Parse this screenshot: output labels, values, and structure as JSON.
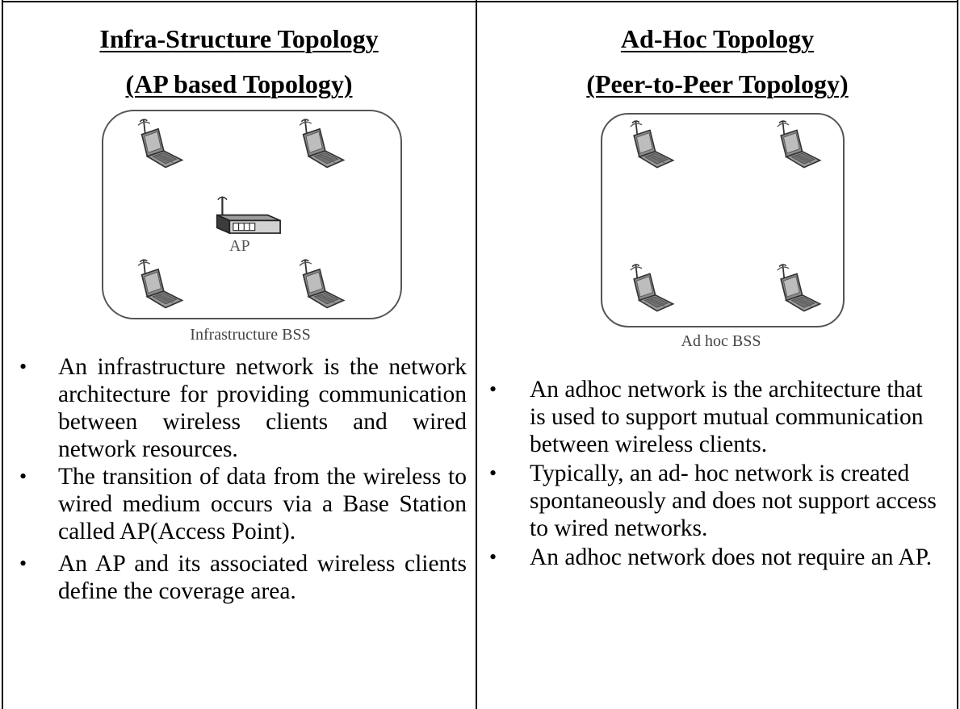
{
  "left": {
    "title_line1": "Infra-Structure Topology",
    "title_line2": "(AP based Topology)",
    "figure": {
      "ap_label": "AP",
      "caption": "Infrastructure BSS",
      "icons": [
        "laptop-icon",
        "laptop-icon",
        "laptop-icon",
        "laptop-icon",
        "access-point-icon"
      ]
    },
    "bullets": [
      "An infrastructure network is the network architecture for providing communication between wireless clients and wired network resources.",
      "The transition of data from the wireless to wired medium occurs via a Base Station called AP(Access Point).",
      "An AP and its associated wireless clients define the coverage area."
    ]
  },
  "right": {
    "title_line1": "Ad-Hoc Topology",
    "title_line2": "(Peer-to-Peer Topology)",
    "figure": {
      "caption": "Ad hoc BSS",
      "icons": [
        "laptop-icon",
        "laptop-icon",
        "laptop-icon",
        "laptop-icon"
      ]
    },
    "bullets": [
      "An adhoc network is the architecture that is used to support mutual communication between wireless clients.",
      "Typically, an ad- hoc network is created spontaneously and does not support access to wired networks.",
      "An adhoc network does not require an AP."
    ]
  },
  "bullet_glyph": "•"
}
